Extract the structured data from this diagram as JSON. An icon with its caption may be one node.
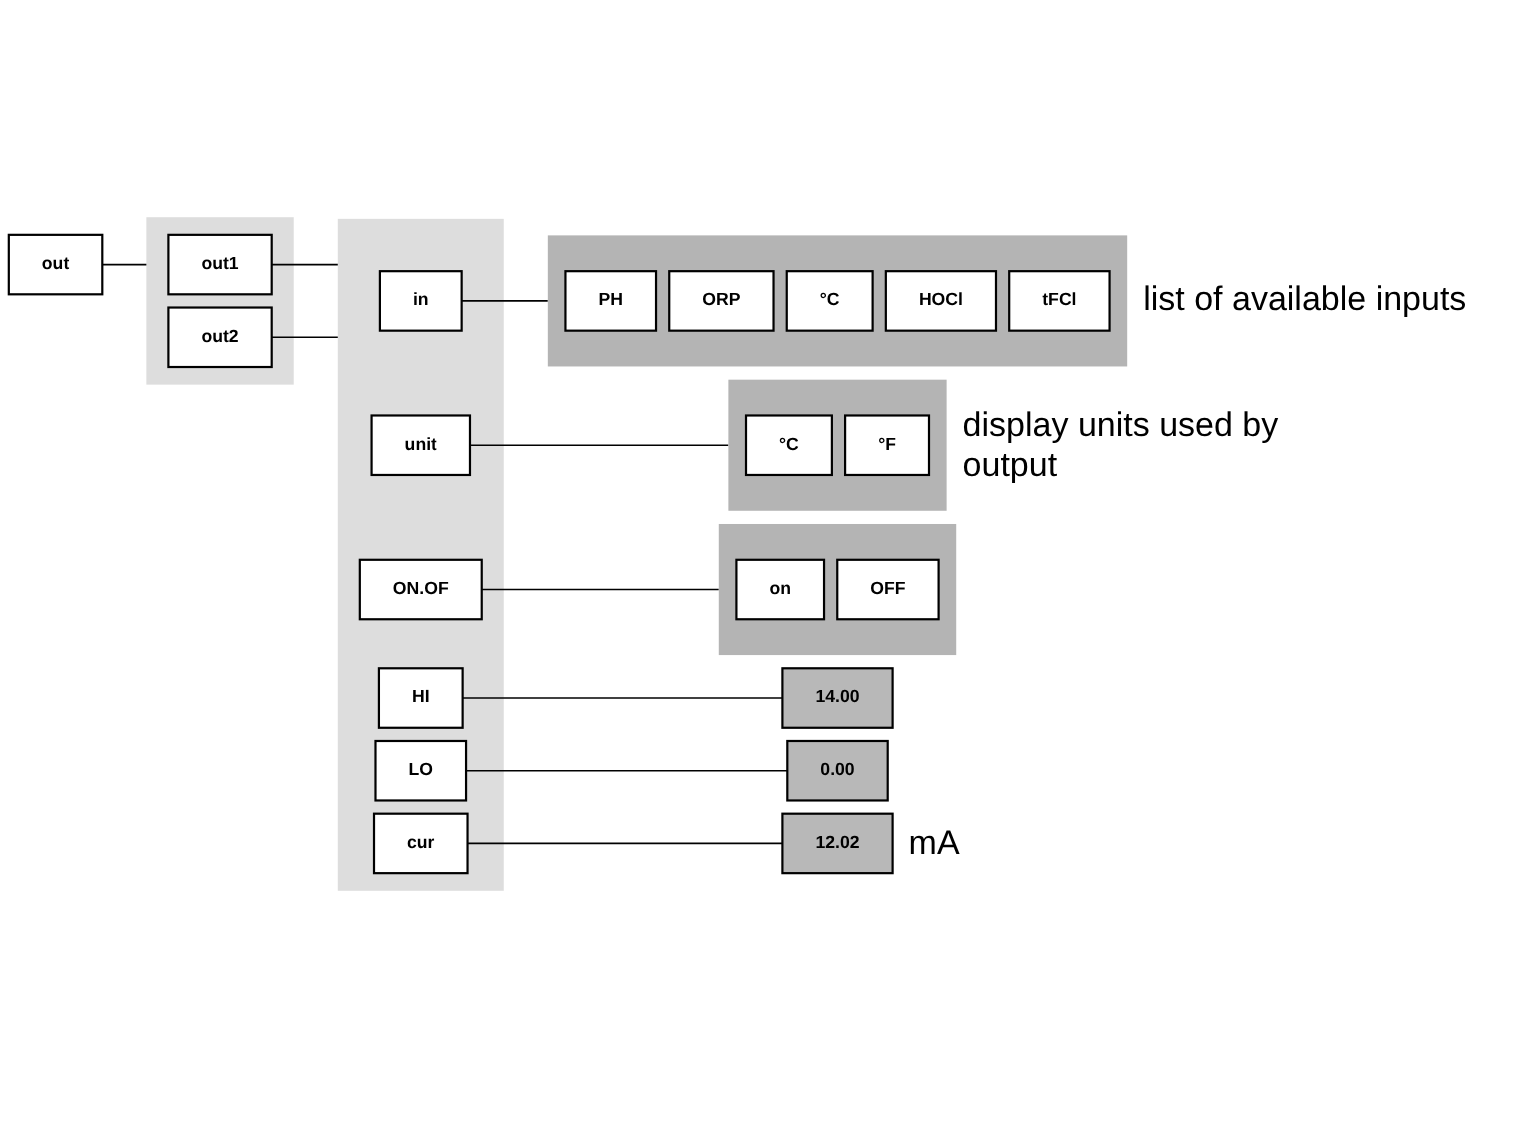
{
  "diagram": {
    "nodes": [
      {
        "text": [
          "out"
        ]
      },
      {
        "text": [],
        "shape": "box"
      },
      {
        "text": [
          "out1"
        ],
        "in": 1
      },
      {
        "text": [
          "out2"
        ],
        "in": 1
      },
      {
        "text": [],
        "shape": "box"
      },
      {
        "text": [
          "in"
        ],
        "in": 4
      },
      {
        "text": [
          "unit"
        ],
        "in": 4
      },
      {
        "text": [
          "ON.OF"
        ],
        "in": 4
      },
      {
        "text": [
          "HI"
        ],
        "in": 4
      },
      {
        "text": [
          "LO"
        ],
        "in": 4
      },
      {
        "text": [
          "cur"
        ],
        "in": 4
      },
      {
        "text": [],
        "shape": "box",
        "beside": [
          "list of available inputs"
        ]
      },
      {
        "text": [
          "PH"
        ],
        "in": 11
      },
      {
        "text": [
          "ORP"
        ],
        "in": 11
      },
      {
        "text": [
          "°C"
        ],
        "in": 11
      },
      {
        "text": [
          "HOCl"
        ],
        "in": 11
      },
      {
        "text": [
          "tFCl"
        ],
        "in": 11
      },
      {
        "text": [],
        "shape": "box",
        "beside": [
          "display units used by output"
        ]
      },
      {
        "text": [
          "°C"
        ],
        "in": 17
      },
      {
        "text": [
          "°F"
        ],
        "in": 17
      },
      {
        "text": [],
        "shape": "box"
      },
      {
        "text": [
          "on"
        ],
        "in": 20
      },
      {
        "text": [
          "OFF"
        ],
        "in": 20
      },
      {
        "text": [
          "14.00"
        ]
      },
      {
        "text": [
          "0.00"
        ]
      },
      {
        "text": [
          "12.02"
        ],
        "beside": [
          "mA"
        ]
      }
    ],
    "edges": [
      {
        "from": 0,
        "to": 1,
        "arrow": "none"
      },
      {
        "from": 2,
        "to": 4,
        "arrow": "none"
      },
      {
        "from": 3,
        "to": 4,
        "arrow": "none"
      },
      {
        "from": 5,
        "to": 11,
        "arrow": "none"
      },
      {
        "from": 6,
        "to": 17,
        "arrow": "none"
      },
      {
        "from": 7,
        "to": 20,
        "arrow": "none"
      },
      {
        "from": 8,
        "to": 23,
        "arrow": "none"
      },
      {
        "from": 9,
        "to": 24,
        "arrow": "none"
      },
      {
        "from": 10,
        "to": 25,
        "arrow": "none"
      }
    ]
  }
}
